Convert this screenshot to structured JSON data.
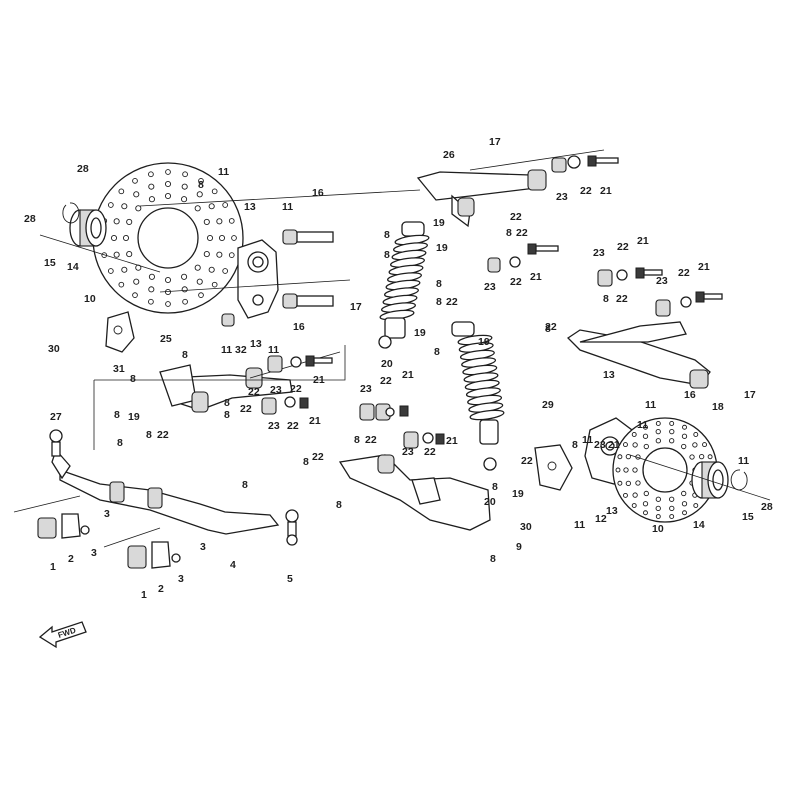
{
  "diagram": {
    "fwd_label": "FWD",
    "callouts": {
      "c1a": "1",
      "c1b": "1",
      "c2a": "2",
      "c2b": "2",
      "c3a": "3",
      "c3b": "3",
      "c3c": "3",
      "c3d": "3",
      "c4": "4",
      "c5": "5",
      "c8a": "8",
      "c8b": "8",
      "c8c": "8",
      "c8d": "8",
      "c8e": "8",
      "c8f": "8",
      "c8g": "8",
      "c8h": "8",
      "c8i": "8",
      "c8j": "8",
      "c8k": "8",
      "c8l": "8",
      "c8m": "8",
      "c8n": "8",
      "c8o": "8",
      "c8p": "8",
      "c8q": "8",
      "c8r": "8",
      "c8s": "8",
      "c9": "9",
      "c10a": "10",
      "c10b": "10",
      "c11a": "11",
      "c11b": "11",
      "c11c": "11",
      "c11d": "11",
      "c11e": "11",
      "c11f": "11",
      "c11g": "11",
      "c11h": "11",
      "c12": "12",
      "c13a": "13",
      "c13b": "13",
      "c13c": "13",
      "c13d": "13",
      "c14a": "14",
      "c14b": "14",
      "c15a": "15",
      "c15b": "15",
      "c16a": "16",
      "c16b": "16",
      "c16c": "16",
      "c17a": "17",
      "c17b": "17",
      "c17c": "17",
      "c18": "18",
      "c19a": "19",
      "c19b": "19",
      "c19c": "19",
      "c19d": "19",
      "c20a": "20",
      "c20b": "20",
      "c21a": "21",
      "c21b": "21",
      "c21c": "21",
      "c21d": "21",
      "c21e": "21",
      "c21f": "21",
      "c21g": "21",
      "c21h": "21",
      "c21i": "21",
      "c22a": "22",
      "c22b": "22",
      "c22c": "22",
      "c22d": "22",
      "c22e": "22",
      "c22f": "22",
      "c22g": "22",
      "c22h": "22",
      "c22i": "22",
      "c22j": "22",
      "c22k": "22",
      "c22l": "22",
      "c22m": "22",
      "c22n": "22",
      "c22o": "22",
      "c22p": "22",
      "c22q": "22",
      "c22r": "22",
      "c23a": "23",
      "c23b": "23",
      "c23c": "23",
      "c23d": "23",
      "c23e": "23",
      "c23f": "23",
      "c23g": "23",
      "c23h": "23",
      "c23i": "23",
      "c25": "25",
      "c26": "26",
      "c27": "27",
      "c28a": "28",
      "c28b": "28",
      "c28c": "28",
      "c29": "29",
      "c30a": "30",
      "c30b": "30",
      "c31": "31",
      "c32": "32"
    }
  }
}
